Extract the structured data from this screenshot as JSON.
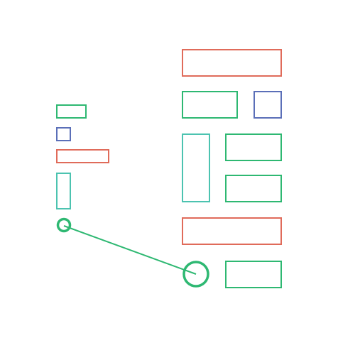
{
  "colors": {
    "background": "#ffffff",
    "red": "#e06b5a",
    "green": "#2eb872",
    "blue": "#5b6fb8",
    "teal": "#4cc3b0"
  },
  "legend": {
    "items": [
      {
        "key": "legend-green-bar",
        "color": "green",
        "shape": "rect"
      },
      {
        "key": "legend-blue-square",
        "color": "blue",
        "shape": "rect"
      },
      {
        "key": "legend-red-bar",
        "color": "red",
        "shape": "rect"
      },
      {
        "key": "legend-teal-column",
        "color": "teal",
        "shape": "rect"
      },
      {
        "key": "legend-green-circle",
        "color": "green",
        "shape": "circle"
      }
    ]
  },
  "layout_blocks": {
    "items": [
      {
        "key": "block-red-top",
        "color": "red",
        "shape": "rect"
      },
      {
        "key": "block-green-row2",
        "color": "green",
        "shape": "rect"
      },
      {
        "key": "block-blue-row2",
        "color": "blue",
        "shape": "rect"
      },
      {
        "key": "block-teal-tall",
        "color": "teal",
        "shape": "rect"
      },
      {
        "key": "block-green-row3a",
        "color": "green",
        "shape": "rect"
      },
      {
        "key": "block-green-row3b",
        "color": "green",
        "shape": "rect"
      },
      {
        "key": "block-red-row4",
        "color": "red",
        "shape": "rect"
      },
      {
        "key": "block-green-circle-large",
        "color": "green",
        "shape": "circle"
      },
      {
        "key": "block-green-row5",
        "color": "green",
        "shape": "rect"
      }
    ]
  },
  "connector": {
    "from": "legend-green-circle",
    "to": "block-green-circle-large",
    "color": "green"
  }
}
